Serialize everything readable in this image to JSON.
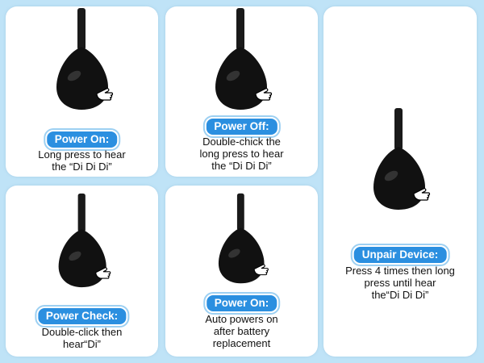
{
  "cards": [
    {
      "title": "Power On:",
      "lines": [
        "Long press to hear",
        "the “Di Di Di”"
      ]
    },
    {
      "title": "Power Off:",
      "lines": [
        "Double-chick the",
        "long press to hear",
        "the “Di Di Di”"
      ]
    },
    {
      "title": "Power Check:",
      "lines": [
        "Double-click then",
        "hear“Di”"
      ]
    },
    {
      "title": "Power On:",
      "lines": [
        "Auto powers on",
        "after battery",
        "replacement"
      ]
    },
    {
      "title": "Unpair Device:",
      "lines": [
        "Press 4 times then long",
        "press until hear",
        "the“Di Di Di”"
      ]
    }
  ],
  "colors": {
    "background": "#bfe3f7",
    "card": "#ffffff",
    "badge": "#2b8fe0",
    "device": "#111111"
  },
  "icons": [
    "device-icon",
    "pointing-hand-icon"
  ]
}
